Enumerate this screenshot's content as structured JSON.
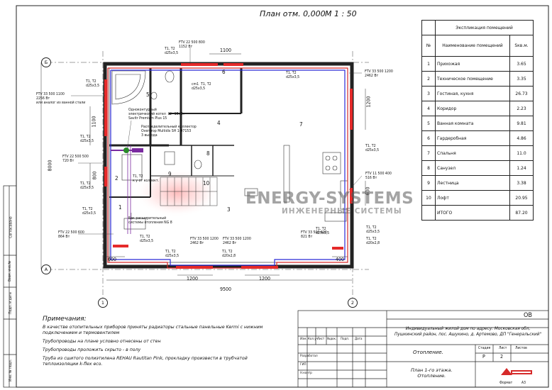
{
  "header": {
    "title": "План отм. 0,000",
    "scale": "М 1 : 50"
  },
  "axes": {
    "A": "А",
    "B": "Б",
    "one": "1",
    "two": "2"
  },
  "dims": {
    "top": "1100",
    "right_upper": "1200",
    "right_mid": "600",
    "left_overall": "8000",
    "left_upper": "1100",
    "left_mid": "800",
    "bottom_left_corner": "600",
    "bottom_right_corner": "400",
    "bottom_win1": "1200",
    "bottom_win2": "1200",
    "overall": "9500"
  },
  "rooms": [
    "1",
    "2",
    "3",
    "4",
    "5",
    "6",
    "7",
    "8",
    "9",
    "10"
  ],
  "radiator_tags": {
    "r_top_left": "FTV 22 500 800\n1152 Вт",
    "r_left_top": "FTV 33 500 1100\n2256 Вт\nили аналог из ванной стали",
    "r_left_mid": "FTV 22 500 500\n720 Вт",
    "r_left_bot": "FTV 22 500 600\n864 Вт",
    "r_right_top": "FTV 33 500 1200\n2462 Вт",
    "r_right_mid": "FTV 11 500 400\n516 Вт",
    "r_right_bot": "FTV 33 500 400\n821 Вт",
    "r_bot1": "FTV 33 500 1200\n2462 Вт",
    "r_bot2": "FTV 33 500 1200\n2462 Вт"
  },
  "pipe_tags": {
    "p_tl": "T1, T2\nd25x3,5",
    "p_mid_top": "T1, T2\nd25x3,5",
    "p_cold": "cm1  T1, T2\nd25x3,5",
    "p_left1": "T1, T2\nd25x3,5",
    "p_left2": "T1, T2\nd25x3,5",
    "p_left3": "T1, T2\nd25x3,5",
    "p_left4": "T1, T2\nd25x3,5",
    "p_kcol": "T1, T2\nк у от коллект.",
    "p_bl": "T1, T2\nd25x3,5",
    "p_bot1": "T1, T2\nd25x3,5",
    "p_bot2": "T1, T2\nd20x2,8",
    "p_right1": "T1, T2\nd25x3,5",
    "p_right2": "T1, T2\nd20x2,8",
    "p_right_top": "T1, T2\nd25x3,5",
    "p_mid": "T1, T2\nd25x3,5"
  },
  "equipment": {
    "boiler": "Одноконтурный\nэлектрический котел  Ш=15кВт\nSavitr Premium Plus 15",
    "collector": "Распределительный коллектор\nOventrop Multidis SH 1-07153\n3 выхода",
    "tank": "Бак расширительный\nсистемы отопления NG 8"
  },
  "explication": {
    "title": "Экспликация помещений",
    "col_no": "№",
    "col_name": "Наименование помещений",
    "col_area": "Sкв.м.",
    "rows": [
      {
        "no": "1",
        "name": "Прихожая",
        "area": "3.65"
      },
      {
        "no": "2",
        "name": "Техническое помещение",
        "area": "3.35"
      },
      {
        "no": "3",
        "name": "Гостиная, кухня",
        "area": "26.73"
      },
      {
        "no": "4",
        "name": "Коридор",
        "area": "2.23"
      },
      {
        "no": "5",
        "name": "Ванная комната",
        "area": "9.81"
      },
      {
        "no": "6",
        "name": "Гардеробная",
        "area": "4.86"
      },
      {
        "no": "7",
        "name": "Спальня",
        "area": "11.0"
      },
      {
        "no": "8",
        "name": "Санузел",
        "area": "1.24"
      },
      {
        "no": "9",
        "name": "Лестница",
        "area": "3.38"
      },
      {
        "no": "10",
        "name": "Лофт",
        "area": "20.95"
      }
    ],
    "total_label": "ИТОГО",
    "total_area": "87.20"
  },
  "notes": {
    "heading": "Примечания:",
    "lines": [
      "В качестве отопительных приборов приняты радиаторы стальные панельные Kermi с нижним",
      "подключением и термовентилем",
      "Трубопроводы на плане условно отнесены от стен",
      "Трубопроводы проложить скрыто - в полу",
      "Труба из сшитого полиэтилена REHAU Rautitan Pink, прокладку произвести в трубчатой",
      "теплоизоляции  k-flex eco."
    ]
  },
  "side_stamp": {
    "s1": "Согласовано",
    "s2": "Взам. инв.№",
    "s3": "Подп. и дата",
    "s4": "Инв. № подл."
  },
  "watermark": {
    "line1": "ENERGY-SYSTEMS",
    "line2": "ИНЖЕНЕРНЫЕ СИСТЕМЫ"
  },
  "title_block": {
    "code": "ОВ",
    "address": "Индивидуальный жилой дом по адресу: Московская обл,\nПушкинский район, пос. Ашукино, д. Артемово, ДП \"Генеральский\"",
    "section": "Отопление.",
    "sheet_title": "План 1-го этажа.\nОтопление.",
    "h_izm": "Изм.",
    "h_kol": "Кол.уч",
    "h_list": "Лист",
    "h_ndoc": "№док.",
    "h_podp": "Подп.",
    "h_date": "Дата",
    "razrab": "Разработал",
    "gip": "ГИП",
    "nkontr": "Н.контр",
    "h_stage": "Стадия",
    "h_sheet": "Лист",
    "h_sheets": "Листов",
    "stage": "Р",
    "sheet": "2",
    "format_label": "Формат",
    "format": "А3"
  }
}
